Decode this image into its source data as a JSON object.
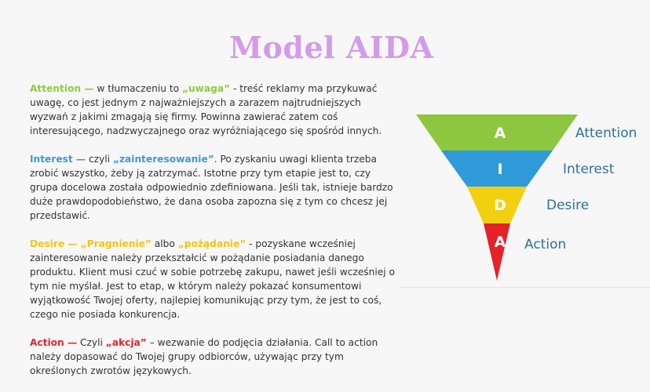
{
  "title": "Model AIDA",
  "paragraphs": {
    "attention": {
      "lead": "Attention —",
      "t1": " w tłumaczeniu to ",
      "quote": "„uwaga”",
      "t2": " - treść reklamy ma przykuwać uwagę, co jest jednym z najważniejszych a zarazem najtrudniejszych wyzwań z jakimi zmagają się firmy. Powinna zawierać zatem coś interesującego, nadzwyczajnego oraz wyróżniającego się spośród innych."
    },
    "interest": {
      "lead": "Interest —",
      "t1": " czyli ",
      "quote": "„zainteresowanie”",
      "t2": ". Po zyskaniu uwagi klienta trzeba zrobić wszystko, żeby ją zatrzymać. Istotne przy tym etapie jest to, czy grupa docelowa została odpowiednio zdefiniowana. Jeśli tak, istnieje bardzo duże prawdopodobieństwo, że dana osoba zapozna się z tym co chcesz jej przedstawić."
    },
    "desire": {
      "lead": "Desire —",
      "quote1": " „Pragnienie”",
      "t1": " albo ",
      "quote2": "„pożądanie”",
      "t2": " - pozyskane wcześniej zainteresowanie należy przekształcić w pożądanie posiadania danego produktu. Klient musi czuć w sobie potrzebę zakupu, nawet jeśli wcześniej o tym nie myślał. Jest to etap, w którym należy pokazać konsumentowi wyjątkowość Twojej oferty, najlepiej komunikując przy tym, że jest to coś, czego nie posiada konkurencja."
    },
    "action": {
      "lead": "Action —",
      "t1": " Czyli ",
      "quote": "„akcja”",
      "t2": " – wezwanie do podjęcia działania. Call to action należy dopasować do Twojej grupy odbiorców, używając przy tym określonych zwrotów językowych."
    }
  },
  "funnel": {
    "levels": [
      {
        "letter": "A",
        "label": "Attention",
        "color": "#8dc63f"
      },
      {
        "letter": "I",
        "label": "Interest",
        "color": "#2e9ad8"
      },
      {
        "letter": "D",
        "label": "Desire",
        "color": "#f2d00f"
      },
      {
        "letter": "A",
        "label": "Action",
        "color": "#e32229"
      }
    ],
    "label_color": "#2e6f9e"
  }
}
